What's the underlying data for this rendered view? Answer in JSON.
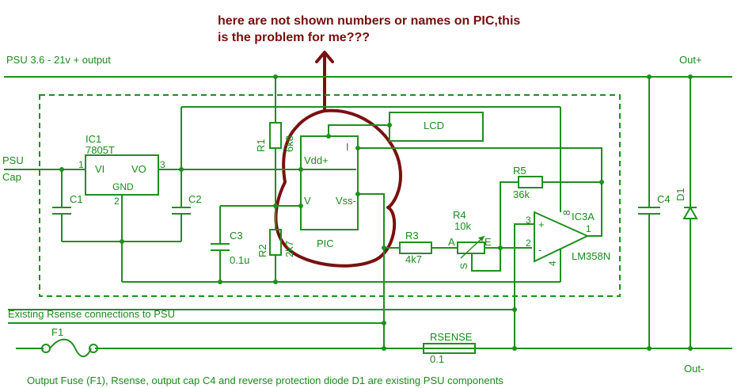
{
  "annotation": {
    "line1": "here are not shown numbers or names on PIC,this",
    "line2": "is the problem for me???"
  },
  "rails": {
    "top_left": "PSU 3.6 - 21v + output",
    "out_plus": "Out+",
    "out_minus": "Out-",
    "rsense_conn": "Existing Rsense connections to PSU",
    "psu_cap_1": "PSU",
    "psu_cap_2": "Cap"
  },
  "components": {
    "ic1_name": "IC1",
    "ic1_value": "7805T",
    "ic1_vi": "VI",
    "ic1_vo": "VO",
    "ic1_gnd": "GND",
    "ic1_pin1": "1",
    "ic1_pin2": "2",
    "ic1_pin3": "3",
    "c1": "C1",
    "c2": "C2",
    "c3": "C3",
    "c3_val": "0.1u",
    "c4": "C4",
    "d1": "D1",
    "r1": "R1",
    "r1_val": "6k8",
    "r2": "R2",
    "r2_val": "2k7",
    "r3": "R3",
    "r3_val": "4k7",
    "r4": "R4",
    "r4_val": "10k",
    "r4_a": "A",
    "r4_e": "E",
    "r4_s": "S",
    "r5": "R5",
    "r5_val": "36k",
    "ic3_name": "IC3A",
    "ic3_val": "LM358N",
    "ic3_p1": "1",
    "ic3_p2": "2",
    "ic3_p3": "3",
    "ic3_p4": "4",
    "ic3_p8": "8",
    "lcd": "LCD",
    "pic": "PIC",
    "pic_vdd": "Vdd+",
    "pic_v": "V",
    "pic_vss": "Vss-",
    "pic_i": "I",
    "f1": "F1",
    "rsense": "RSENSE",
    "rsense_val": "0.1"
  },
  "footer": "Output Fuse (F1), Rsense, output cap C4 and reverse protection diode D1 are existing PSU components",
  "colors": {
    "wire": "#1f8f1f",
    "annotation": "#7a0c0c",
    "background": "#ffffff"
  }
}
